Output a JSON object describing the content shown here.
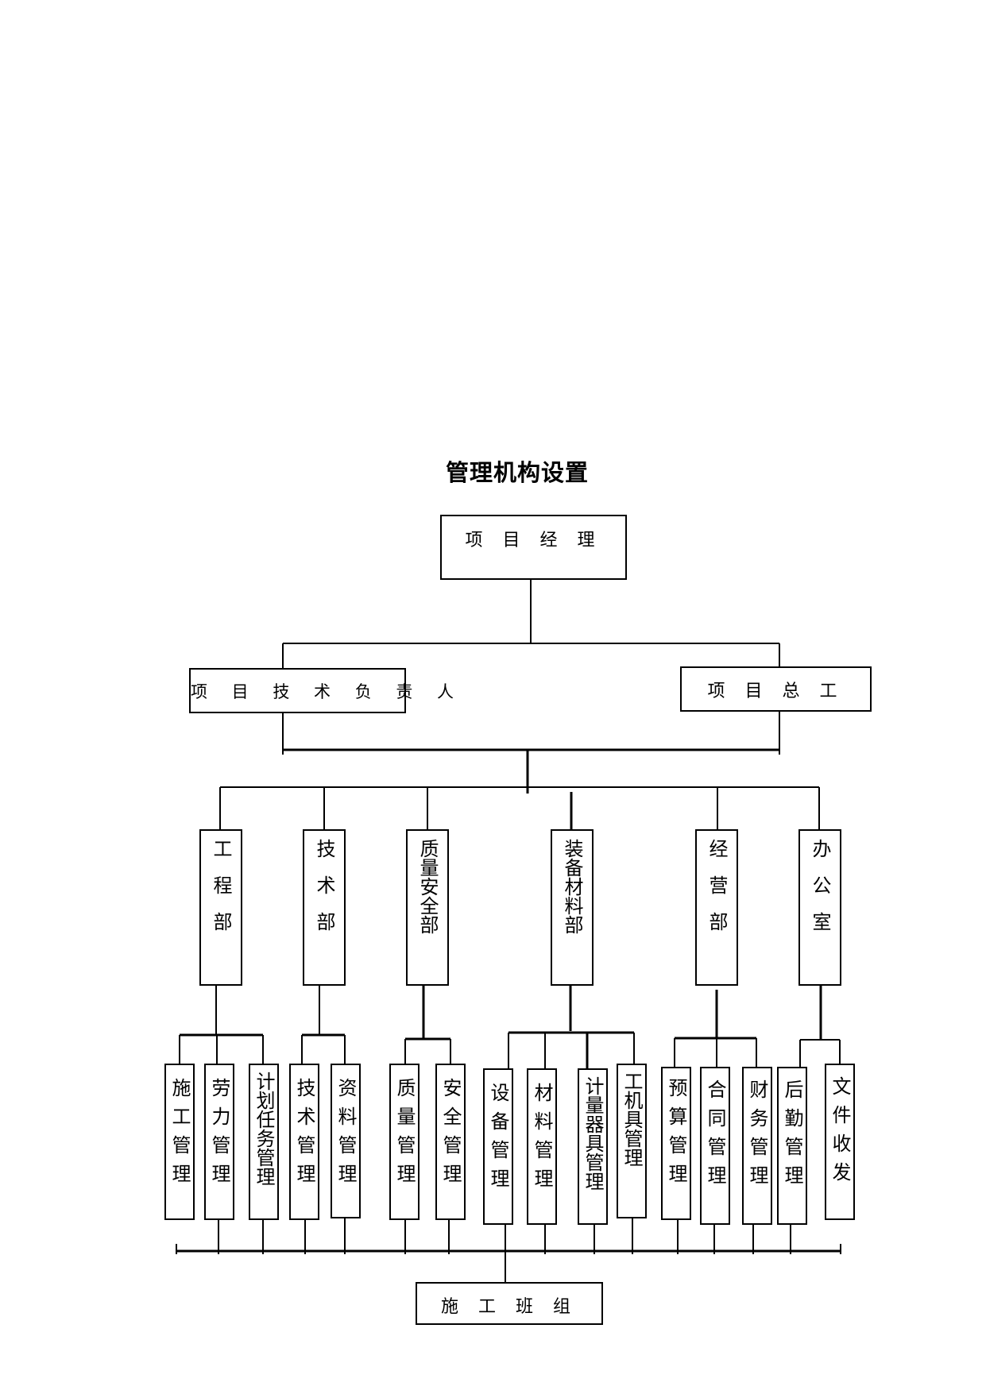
{
  "title": "管理机构设置",
  "nodes": {
    "manager": "项 目 经 理",
    "tech_lead": "项 目 技 术 负 责 人",
    "chief_engineer": "项 目 总 工",
    "dept_engineering": "工程部",
    "dept_technical": "技术部",
    "dept_quality_safety": "质量安全部",
    "dept_equipment_materials": "装备材料部",
    "dept_business": "经营部",
    "dept_office": "办公室",
    "sub_construction_mgmt": "施工管理",
    "sub_labor_mgmt": "劳力管理",
    "sub_plan_task_mgmt": "计划任务管理",
    "sub_tech_mgmt": "技术管理",
    "sub_document_mgmt": "资料管理",
    "sub_quality_mgmt": "质量管理",
    "sub_safety_mgmt": "安全管理",
    "sub_equipment_mgmt": "设备管理",
    "sub_material_mgmt": "材料管理",
    "sub_measuring_tools_mgmt": "计量器具管理",
    "sub_tools_mgmt": "工机具管理",
    "sub_budget_mgmt": "预算管理",
    "sub_contract_mgmt": "合同管理",
    "sub_finance_mgmt": "财务管理",
    "sub_logistics_mgmt": "后勤管理",
    "sub_file_receive_send": "文件收发",
    "work_teams": "施 工 班 组"
  }
}
